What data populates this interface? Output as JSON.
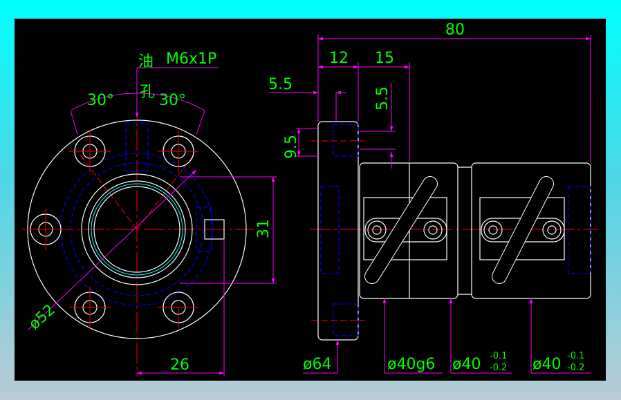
{
  "drawing": {
    "label_oil_char1": "油",
    "label_oil_char2": "孔",
    "label_thread": "M6x1P",
    "label_angle_left": "30°",
    "label_angle_right": "30°",
    "label_dia_52": "ø52",
    "label_dim_26": "26",
    "label_dim_31": "31",
    "label_dim_80": "80",
    "label_dim_12": "12",
    "label_dim_15": "15",
    "label_dim_5_5_h": "5.5",
    "label_dim_5_5_v": "5.5",
    "label_dim_9_5": "9.5",
    "label_dia_64": "ø64",
    "label_dia_40g6": "ø40g6",
    "label_dia_40_a": "ø40",
    "label_tol_a_upper": "-0.1",
    "label_tol_a_lower": "-0.2",
    "label_dia_40_b": "ø40",
    "label_tol_b_upper": "-0.1",
    "label_tol_b_lower": "-0.2"
  },
  "colors": {
    "frame_top": "#00ffff",
    "background": "#000000",
    "outline": "#ffffff",
    "dimension": "#ff00ff",
    "centerline": "#ff0000",
    "hidden": "#0000ff",
    "text_green": "#00ff00",
    "thread": "#00ffff"
  }
}
